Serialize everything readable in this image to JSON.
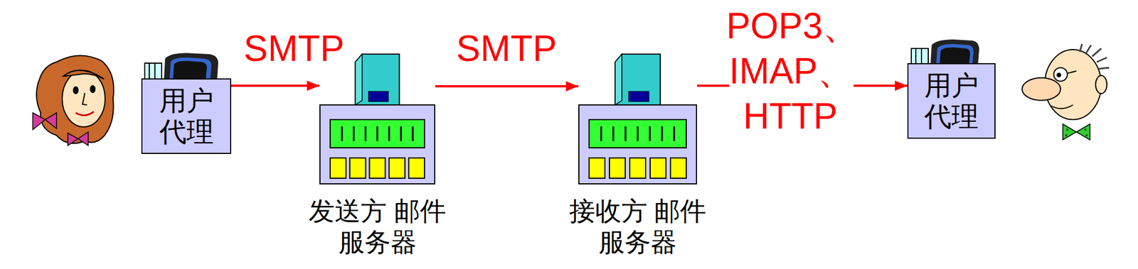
{
  "diagram": {
    "nodes": [
      {
        "text": [
          "用户 代理"
        ]
      },
      {
        "text": [
          "发送方 邮件服务器"
        ]
      },
      {
        "text": [
          "接收方 邮件服务器"
        ]
      },
      {
        "text": [
          "用户 代理"
        ]
      }
    ],
    "edges": [
      {
        "from": 0,
        "to": 1,
        "arrow": "to",
        "label": "SMTP"
      },
      {
        "from": 1,
        "to": 2,
        "arrow": "to",
        "label": "SMTP"
      },
      {
        "from": 2,
        "to": 3,
        "arrow": "to",
        "label": "POP3、 IMAP、 HTTP"
      }
    ]
  }
}
